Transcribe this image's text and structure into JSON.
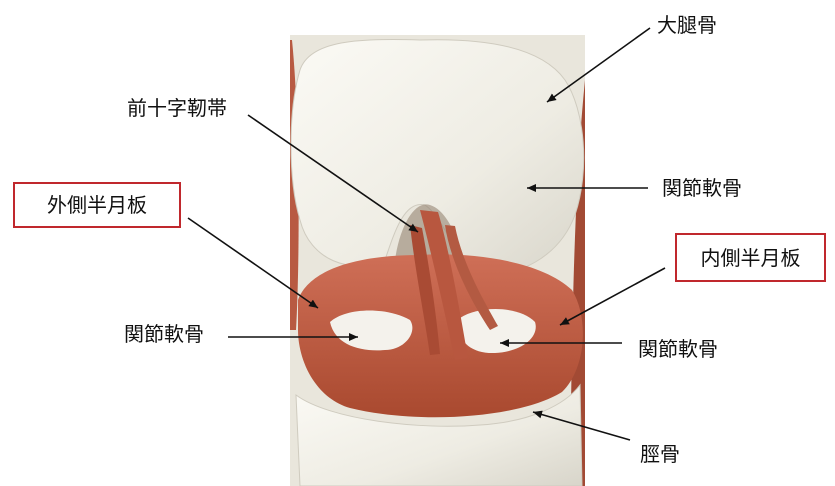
{
  "labels": {
    "femur": "大腿骨",
    "acl": "前十字靭帯",
    "cartilage_femoral": "関節軟骨",
    "lateral_meniscus": "外側半月板",
    "medial_meniscus": "内側半月板",
    "cartilage_lateral": "関節軟骨",
    "cartilage_medial": "関節軟骨",
    "tibia": "脛骨"
  },
  "colors": {
    "bone": "#f3f1ea",
    "meniscus": "#c4614a",
    "highlight_border": "#c0282d",
    "arrow": "#111111"
  }
}
